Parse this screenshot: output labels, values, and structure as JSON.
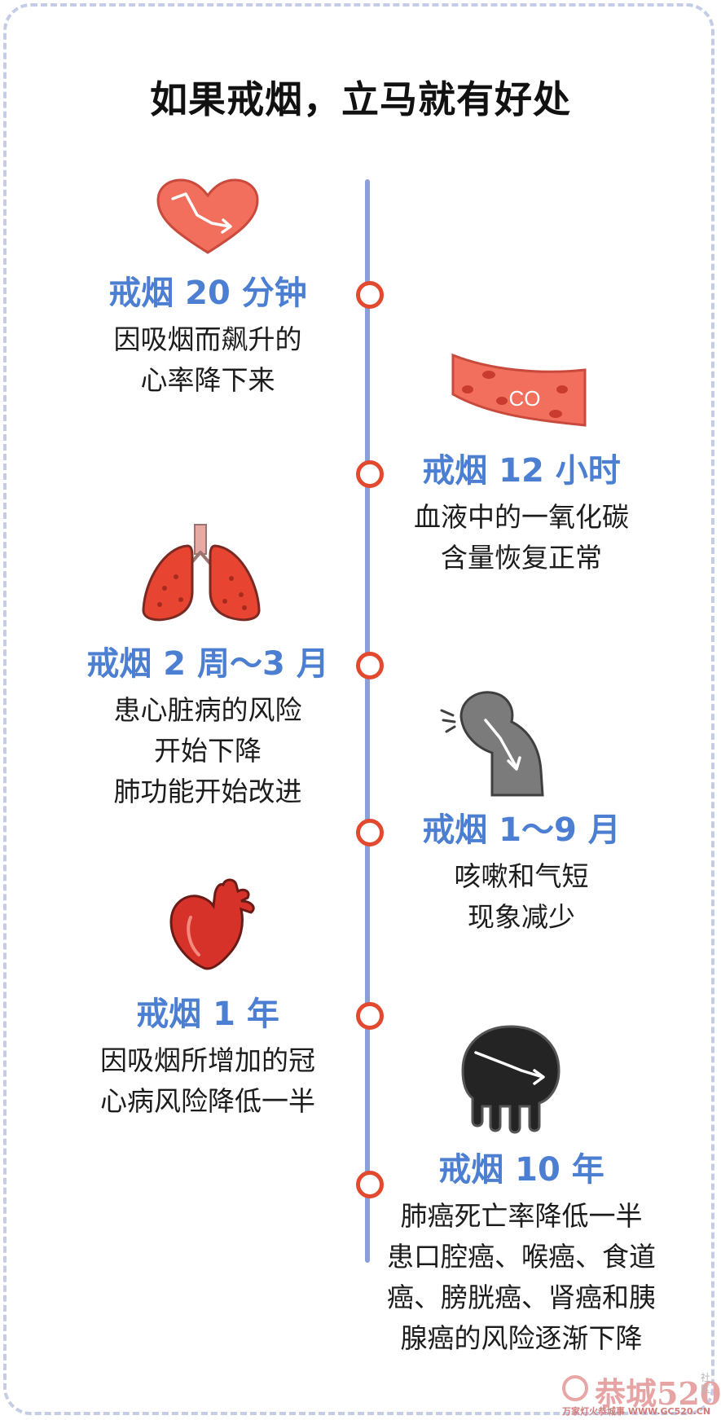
{
  "title": "如果戒烟，立马就有好处",
  "milestones": [
    {
      "title": "戒烟 20 分钟",
      "desc": [
        "因吸烟而飙升的",
        "心率降下来"
      ],
      "icon": "heart-rate-icon"
    },
    {
      "title": "戒烟 12 小时",
      "desc": [
        "血液中的一氧化碳",
        "含量恢复正常"
      ],
      "icon": "blood-vessel-co-icon",
      "icon_label": "CO"
    },
    {
      "title": "戒烟 2 周～3 月",
      "desc": [
        "患心脏病的风险",
        "开始下降",
        "肺功能开始改进"
      ],
      "icon": "lungs-icon"
    },
    {
      "title": "戒烟 1～9 月",
      "desc": [
        "咳嗽和气短",
        "现象减少"
      ],
      "icon": "coughing-person-icon"
    },
    {
      "title": "戒烟 1 年",
      "desc": [
        "因吸烟所增加的冠",
        "心病风险降低一半"
      ],
      "icon": "anatomical-heart-icon"
    },
    {
      "title": "戒烟 10 年",
      "desc": [
        "肺癌死亡率降低一半",
        "患口腔癌、喉癌、食道",
        "癌、膀胱癌、肾癌和胰",
        "腺癌的风险逐渐下降"
      ],
      "icon": "tumor-decline-icon"
    }
  ],
  "watermark": {
    "brand": "恭城520",
    "side_text": "社区",
    "sub_text": "万家灯火恭城事 WWW.GC520.CN"
  },
  "colors": {
    "accent_blue": "#4c7fd2",
    "dot_red": "#e2492f",
    "timeline": "#8e9fd8",
    "frame": "#c5cde6"
  }
}
